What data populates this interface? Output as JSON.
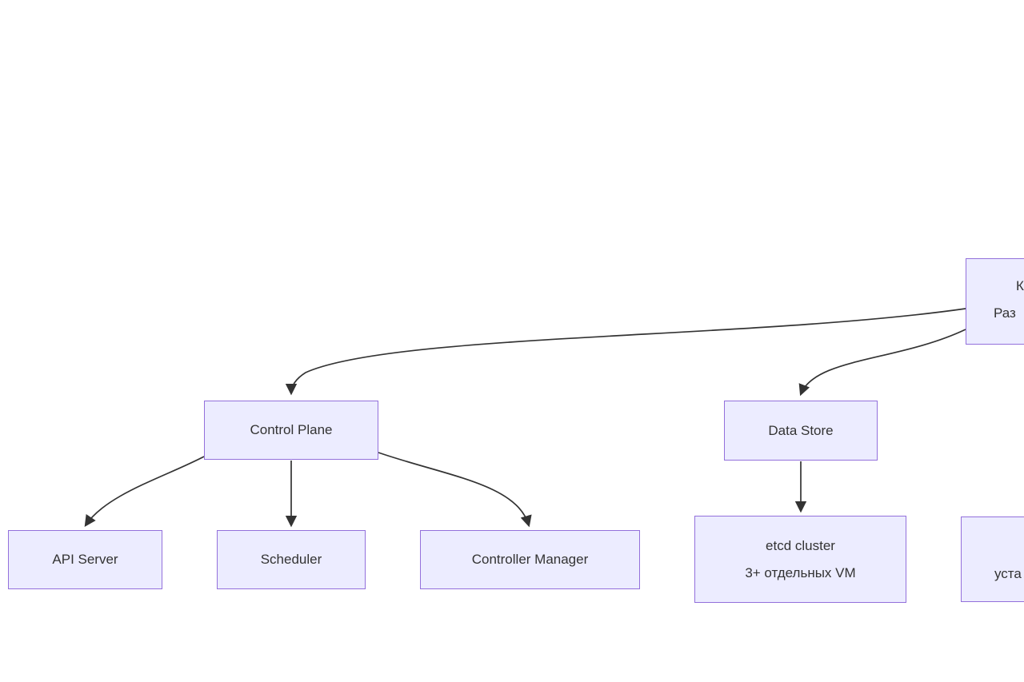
{
  "diagram": {
    "type": "flowchart",
    "colors": {
      "node_fill": "#ECECFF",
      "node_border": "#9370DB",
      "edge_stroke": "#333333",
      "text": "#333333"
    },
    "nodes": {
      "root": {
        "line1": "К",
        "line2": "Раз"
      },
      "control_plane": {
        "label": "Control Plane"
      },
      "data_store": {
        "label": "Data Store"
      },
      "api_server": {
        "label": "API Server"
      },
      "scheduler": {
        "label": "Scheduler"
      },
      "controller_manager": {
        "label": "Controller Manager"
      },
      "etcd_cluster": {
        "line1": "etcd cluster",
        "line2": "3+ отдельных VM"
      },
      "install_node": {
        "line2": "уста"
      }
    },
    "edges": [
      {
        "from": "root",
        "to": "control_plane"
      },
      {
        "from": "root",
        "to": "data_store"
      },
      {
        "from": "control_plane",
        "to": "api_server"
      },
      {
        "from": "control_plane",
        "to": "scheduler"
      },
      {
        "from": "control_plane",
        "to": "controller_manager"
      },
      {
        "from": "data_store",
        "to": "etcd_cluster"
      }
    ]
  }
}
